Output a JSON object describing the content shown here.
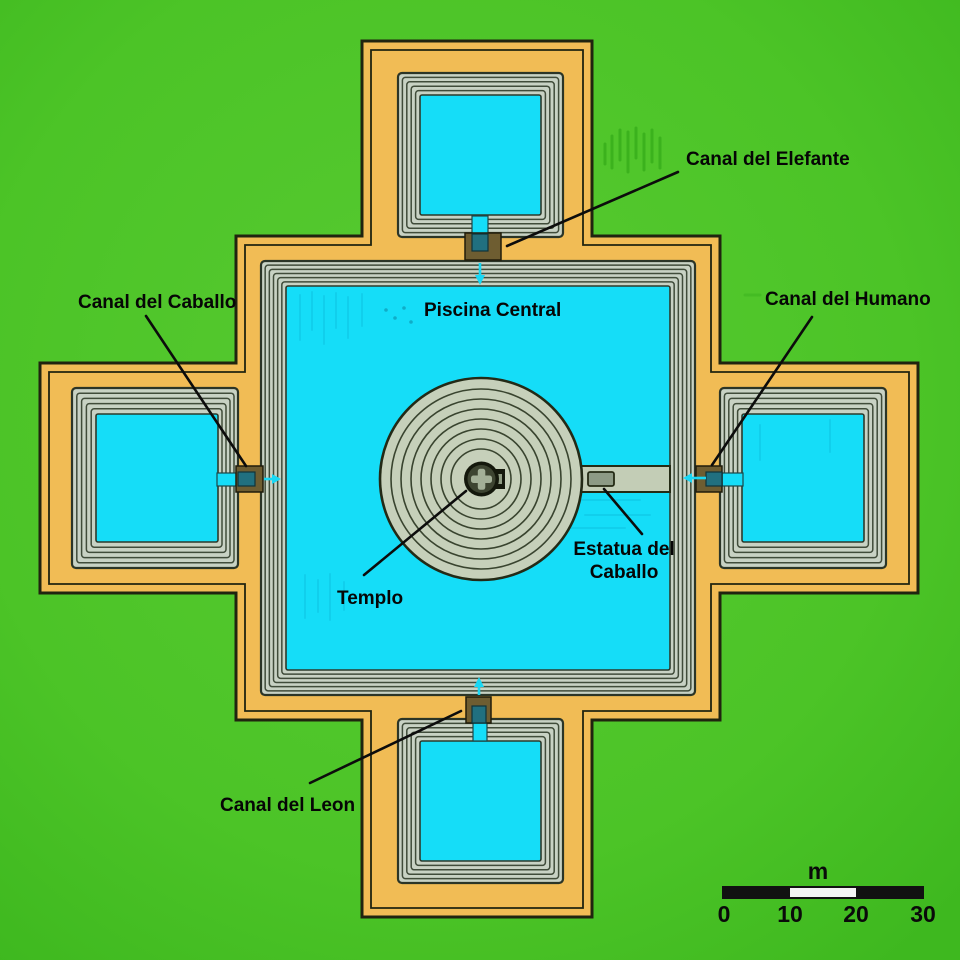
{
  "diagram": {
    "labels": {
      "canal_elefante": "Canal del Elefante",
      "canal_caballo": "Canal del Caballo",
      "canal_humano": "Canal del Humano",
      "canal_leon": "Canal del Leon",
      "piscina_central": "Piscina Central",
      "templo": "Templo",
      "estatua_line1": "Estatua del",
      "estatua_line2": "Caballo"
    },
    "scale_bar": {
      "unit": "m",
      "ticks": [
        "0",
        "10",
        "20",
        "30"
      ]
    },
    "colors": {
      "grass_green": "#4cc427",
      "platform_orange": "#f1bc55",
      "water_cyan": "#15ddf8",
      "terrace_sage": "#c8d2c4",
      "outline_dark": "#20240f",
      "connector_brown": "#6e5d31",
      "connector_teal": "#21707f",
      "statue_gray": "#8d9a85"
    }
  }
}
